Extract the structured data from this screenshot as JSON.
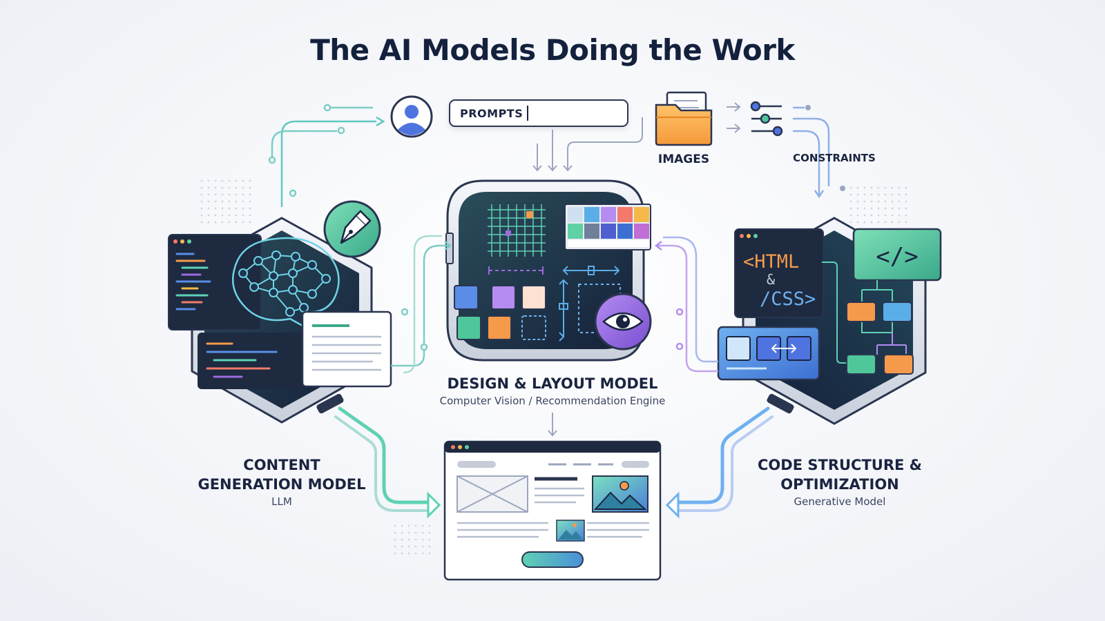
{
  "title": "The AI Models Doing the Work",
  "inputs": {
    "prompts_label": "PROMPTS",
    "images_label": "IMAGES",
    "constraints_label": "CONSTRAINTS"
  },
  "models": {
    "content": {
      "line1": "CONTENT",
      "line2": "GENERATION MODEL",
      "subtitle": "LLM"
    },
    "design": {
      "name": "DESIGN & LAYOUT MODEL",
      "subtitle": "Computer Vision / Recommendation Engine"
    },
    "code": {
      "line1": "CODE STRUCTURE &",
      "line2": "OPTIMIZATION",
      "subtitle": "Generative Model"
    }
  },
  "code_panel": {
    "html": "<HTML",
    "amp": "&",
    "css": "/CSS>",
    "tag_icon": "</>"
  },
  "icons": [
    "user-icon",
    "folder-icon",
    "sliders-icon",
    "pen-icon",
    "brain-icon",
    "eye-icon",
    "code-icon",
    "image-icon"
  ],
  "colors": {
    "teal": "#5fd1b4",
    "purple": "#9b6bdc",
    "blue": "#5a8de8",
    "orange": "#f59a4a",
    "navy": "#14213d",
    "dark_panel": "#1d2a3f"
  }
}
